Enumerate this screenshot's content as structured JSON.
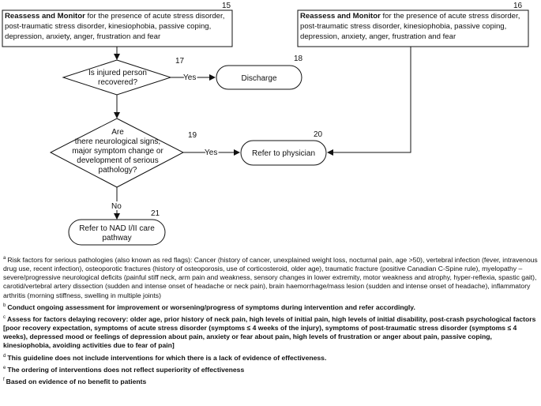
{
  "boxes": {
    "left_monitor": {
      "number": "15",
      "bold": "Reassess and Monitor",
      "line1": " for the presence of acute stress disorder,",
      "line2": "post-traumatic stress disorder, kinesiophobia, passive coping,",
      "line3": "depression, anxiety, anger, frustration and fear"
    },
    "right_monitor": {
      "number": "16",
      "bold": "Reassess and Monitor",
      "line1": " for the presence of acute stress disorder,",
      "line2": "post-traumatic stress disorder, kinesiophobia, passive coping,",
      "line3": "depression, anxiety, anger, frustration and fear"
    }
  },
  "decisions": {
    "recovered": {
      "number": "17",
      "line1": "Is injured person",
      "line2": "recovered?"
    },
    "neuro": {
      "number": "19",
      "line1": "Are",
      "line2": "there neurological signs,",
      "line3": "major symptom change or",
      "line4": "development of serious",
      "line5": "pathology?"
    }
  },
  "terminals": {
    "discharge": {
      "number": "18",
      "label": "Discharge"
    },
    "physician": {
      "number": "20",
      "label": "Refer to physician"
    },
    "nad": {
      "number": "21",
      "line1": "Refer to NAD I/II care",
      "line2": "pathway"
    }
  },
  "edges": {
    "yes1": "Yes",
    "yes2": "Yes",
    "no": "No"
  },
  "footnotes": [
    {
      "mark": "a",
      "text": "Risk factors for serious pathologies (also known as red flags): Cancer (history of cancer, unexplained weight loss, nocturnal pain, age >50), vertebral infection (fever, intravenous drug use, recent infection), osteoporotic fractures (history of osteoporosis, use of corticosteroid, older age), traumatic fracture (positive Canadian C-Spine rule), myelopathy – severe/progressive neurological deficits (painful stiff neck, arm pain and weakness, sensory changes in lower extremity, motor weakness and atrophy, hyper-reflexia, spastic gait), carotid/vertebral artery dissection (sudden and intense onset of headache or neck pain), brain haemorrhage/mass lesion (sudden and intense onset of headache), inflammatory arthritis (morning stiffness, swelling in multiple joints)"
    },
    {
      "mark": "b",
      "text": "Conduct ongoing assessment for improvement or worsening/progress of symptoms during intervention and refer accordingly."
    },
    {
      "mark": "c",
      "text": "Assess for factors delaying recovery: older age, prior history of neck pain, high levels of initial pain, high levels of initial disability, post-crash psychological factors [poor recovery expectation, symptoms of acute stress disorder (symptoms ≤ 4 weeks of the injury), symptoms of post-traumatic stress disorder (symptoms ≤ 4 weeks), depressed mood or feelings of depression about pain, anxiety or fear about pain, high levels of frustration or anger about pain, passive coping, kinesiophobia, avoiding activities due to fear of pain]"
    },
    {
      "mark": "d",
      "text": "This guideline does not include interventions for which there is a lack of evidence of effectiveness."
    },
    {
      "mark": "e",
      "text": "The ordering of interventions does not reflect superiority of effectiveness"
    },
    {
      "mark": "f",
      "text": "Based on evidence of no benefit to patients"
    }
  ]
}
